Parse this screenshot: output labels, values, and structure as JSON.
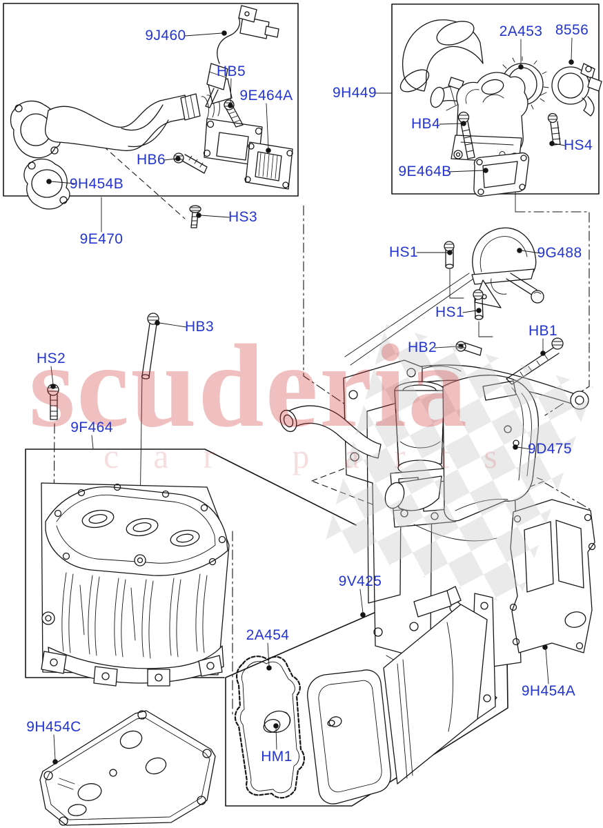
{
  "diagram": {
    "type": "exploded-parts-diagram",
    "label_color": "#2334d0",
    "line_color": "#151515",
    "watermark": {
      "brand": "scuderia",
      "tagline": "car parts",
      "color": "#cc3030"
    },
    "labels": [
      {
        "id": "9J460",
        "text": "9J460"
      },
      {
        "id": "HB5",
        "text": "HB5"
      },
      {
        "id": "9E464A",
        "text": "9E464A"
      },
      {
        "id": "HB6",
        "text": "HB6"
      },
      {
        "id": "9H454B",
        "text": "9H454B"
      },
      {
        "id": "HS3",
        "text": "HS3"
      },
      {
        "id": "9E470",
        "text": "9E470"
      },
      {
        "id": "9H449",
        "text": "9H449"
      },
      {
        "id": "2A453",
        "text": "2A453"
      },
      {
        "id": "8556",
        "text": "8556"
      },
      {
        "id": "HB4",
        "text": "HB4"
      },
      {
        "id": "HS4",
        "text": "HS4"
      },
      {
        "id": "9E464B",
        "text": "9E464B"
      },
      {
        "id": "HS1-upper",
        "text": "HS1"
      },
      {
        "id": "9G488",
        "text": "9G488"
      },
      {
        "id": "HS1-lower",
        "text": "HS1"
      },
      {
        "id": "HB2",
        "text": "HB2"
      },
      {
        "id": "HB1",
        "text": "HB1"
      },
      {
        "id": "9D475",
        "text": "9D475"
      },
      {
        "id": "HS2",
        "text": "HS2"
      },
      {
        "id": "HB3",
        "text": "HB3"
      },
      {
        "id": "9F464",
        "text": "9F464"
      },
      {
        "id": "9V425",
        "text": "9V425"
      },
      {
        "id": "2A454",
        "text": "2A454"
      },
      {
        "id": "HM1",
        "text": "HM1"
      },
      {
        "id": "9H454A",
        "text": "9H454A"
      },
      {
        "id": "9H454C",
        "text": "9H454C"
      }
    ]
  }
}
